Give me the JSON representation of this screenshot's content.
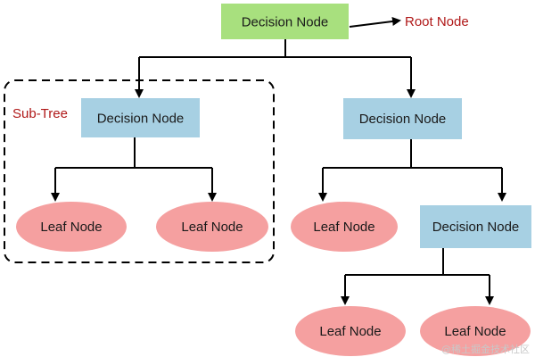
{
  "root": {
    "label": "Decision Node",
    "color": "#a8e07e"
  },
  "annotations": {
    "root_label": "Root Node",
    "subtree_label": "Sub-Tree"
  },
  "decision_nodes": [
    {
      "label": "Decision Node"
    },
    {
      "label": "Decision Node"
    },
    {
      "label": "Decision Node"
    }
  ],
  "leaf_nodes": [
    {
      "label": "Leaf Node"
    },
    {
      "label": "Leaf Node"
    },
    {
      "label": "Leaf Node"
    },
    {
      "label": "Leaf Node"
    },
    {
      "label": "Leaf Node"
    }
  ],
  "colors": {
    "decision": "#a7d0e3",
    "leaf": "#f5a0a0",
    "annotation_text": "#b01818",
    "line": "#000000"
  },
  "watermark": "@稀土掘金技术社区"
}
